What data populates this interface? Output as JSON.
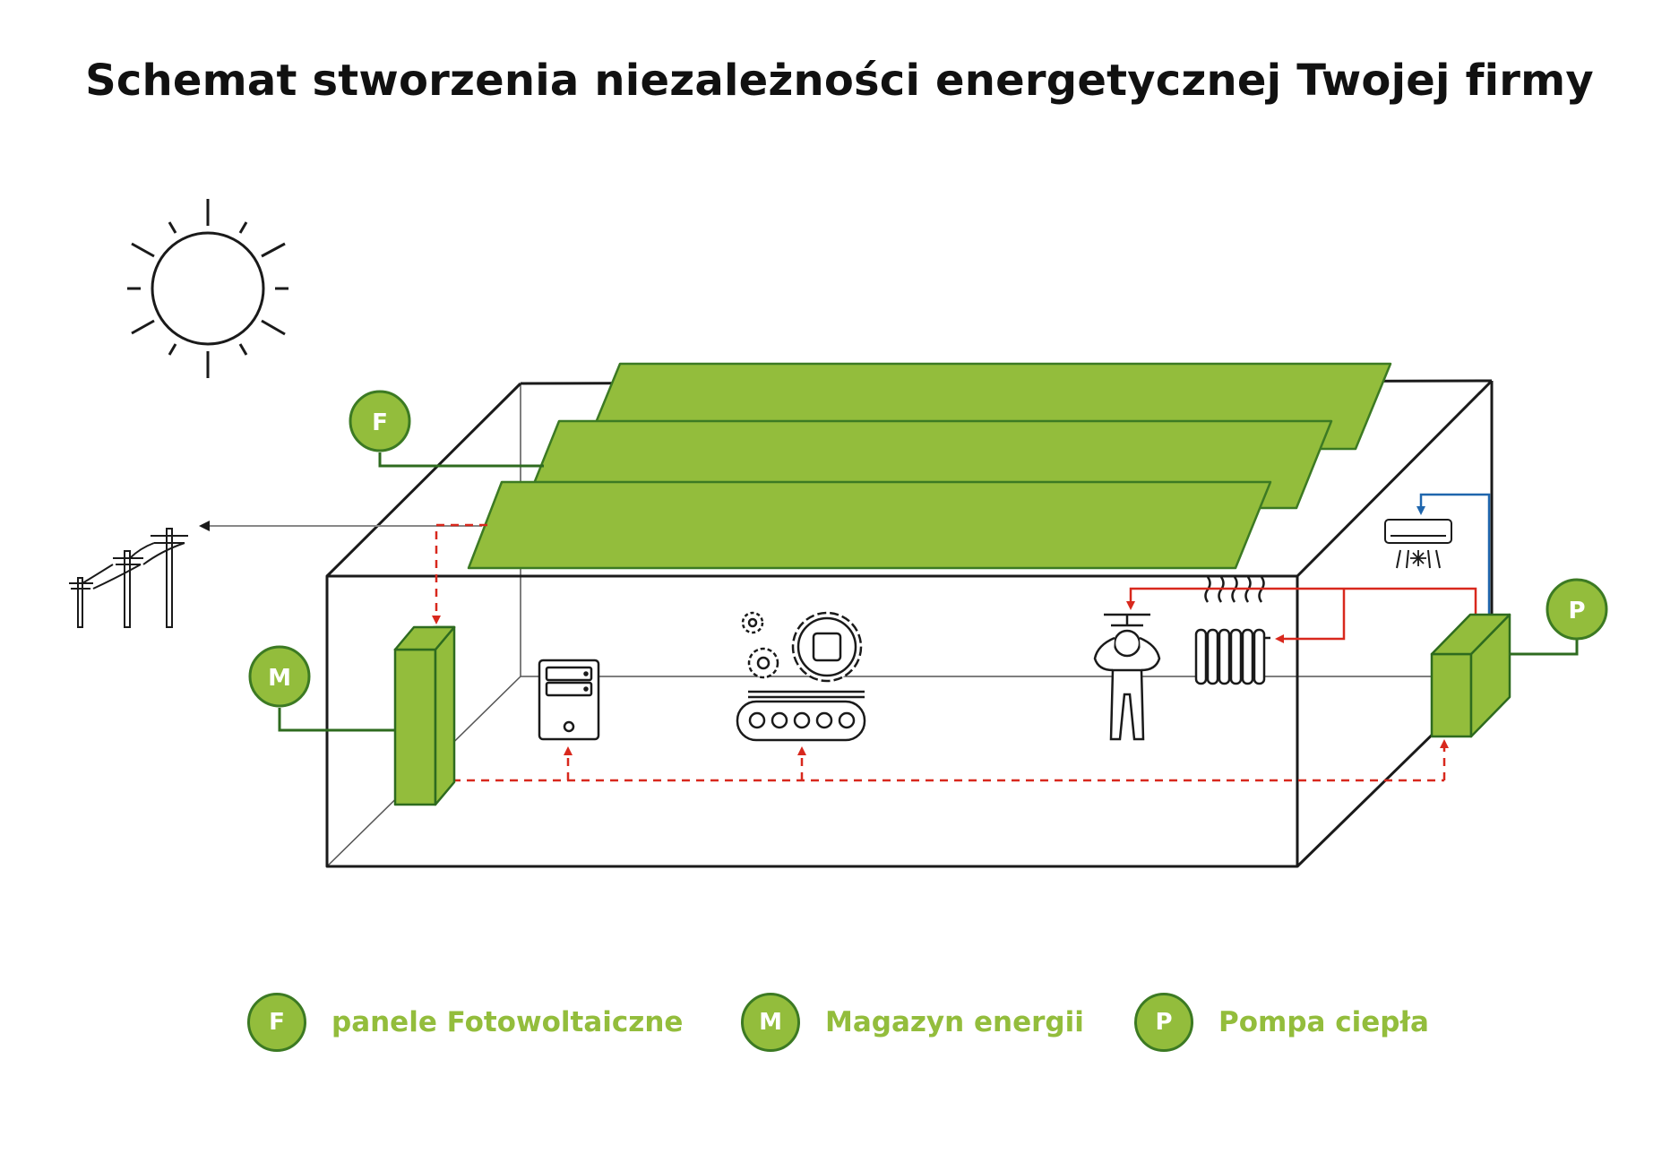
{
  "title": "Schemat stworzenia niezależności energetycznej Twojej firmy",
  "colors": {
    "panel_green": "#93bd3c",
    "panel_border": "#3c7a23",
    "connector_line": "#2e6b1f",
    "energy_flow_red": "#d8281d",
    "cooling_blue": "#1f66ad",
    "outline": "#1a1a1a"
  },
  "nodes": {
    "photovoltaic": {
      "letter": "F",
      "icon": "solar-panel"
    },
    "storage": {
      "letter": "M",
      "icon": "battery-block"
    },
    "heat_pump": {
      "letter": "P",
      "icon": "heat-pump-block"
    }
  },
  "devices": [
    "sun-icon",
    "power-grid-icon",
    "server-icon",
    "production-line-icon",
    "shower-icon",
    "radiator-icon",
    "air-conditioner-icon"
  ],
  "legend": [
    {
      "letter": "F",
      "label": "panele Fotowoltaiczne"
    },
    {
      "letter": "M",
      "label": "Magazyn energii"
    },
    {
      "letter": "P",
      "label": "Pompa ciepła"
    }
  ]
}
